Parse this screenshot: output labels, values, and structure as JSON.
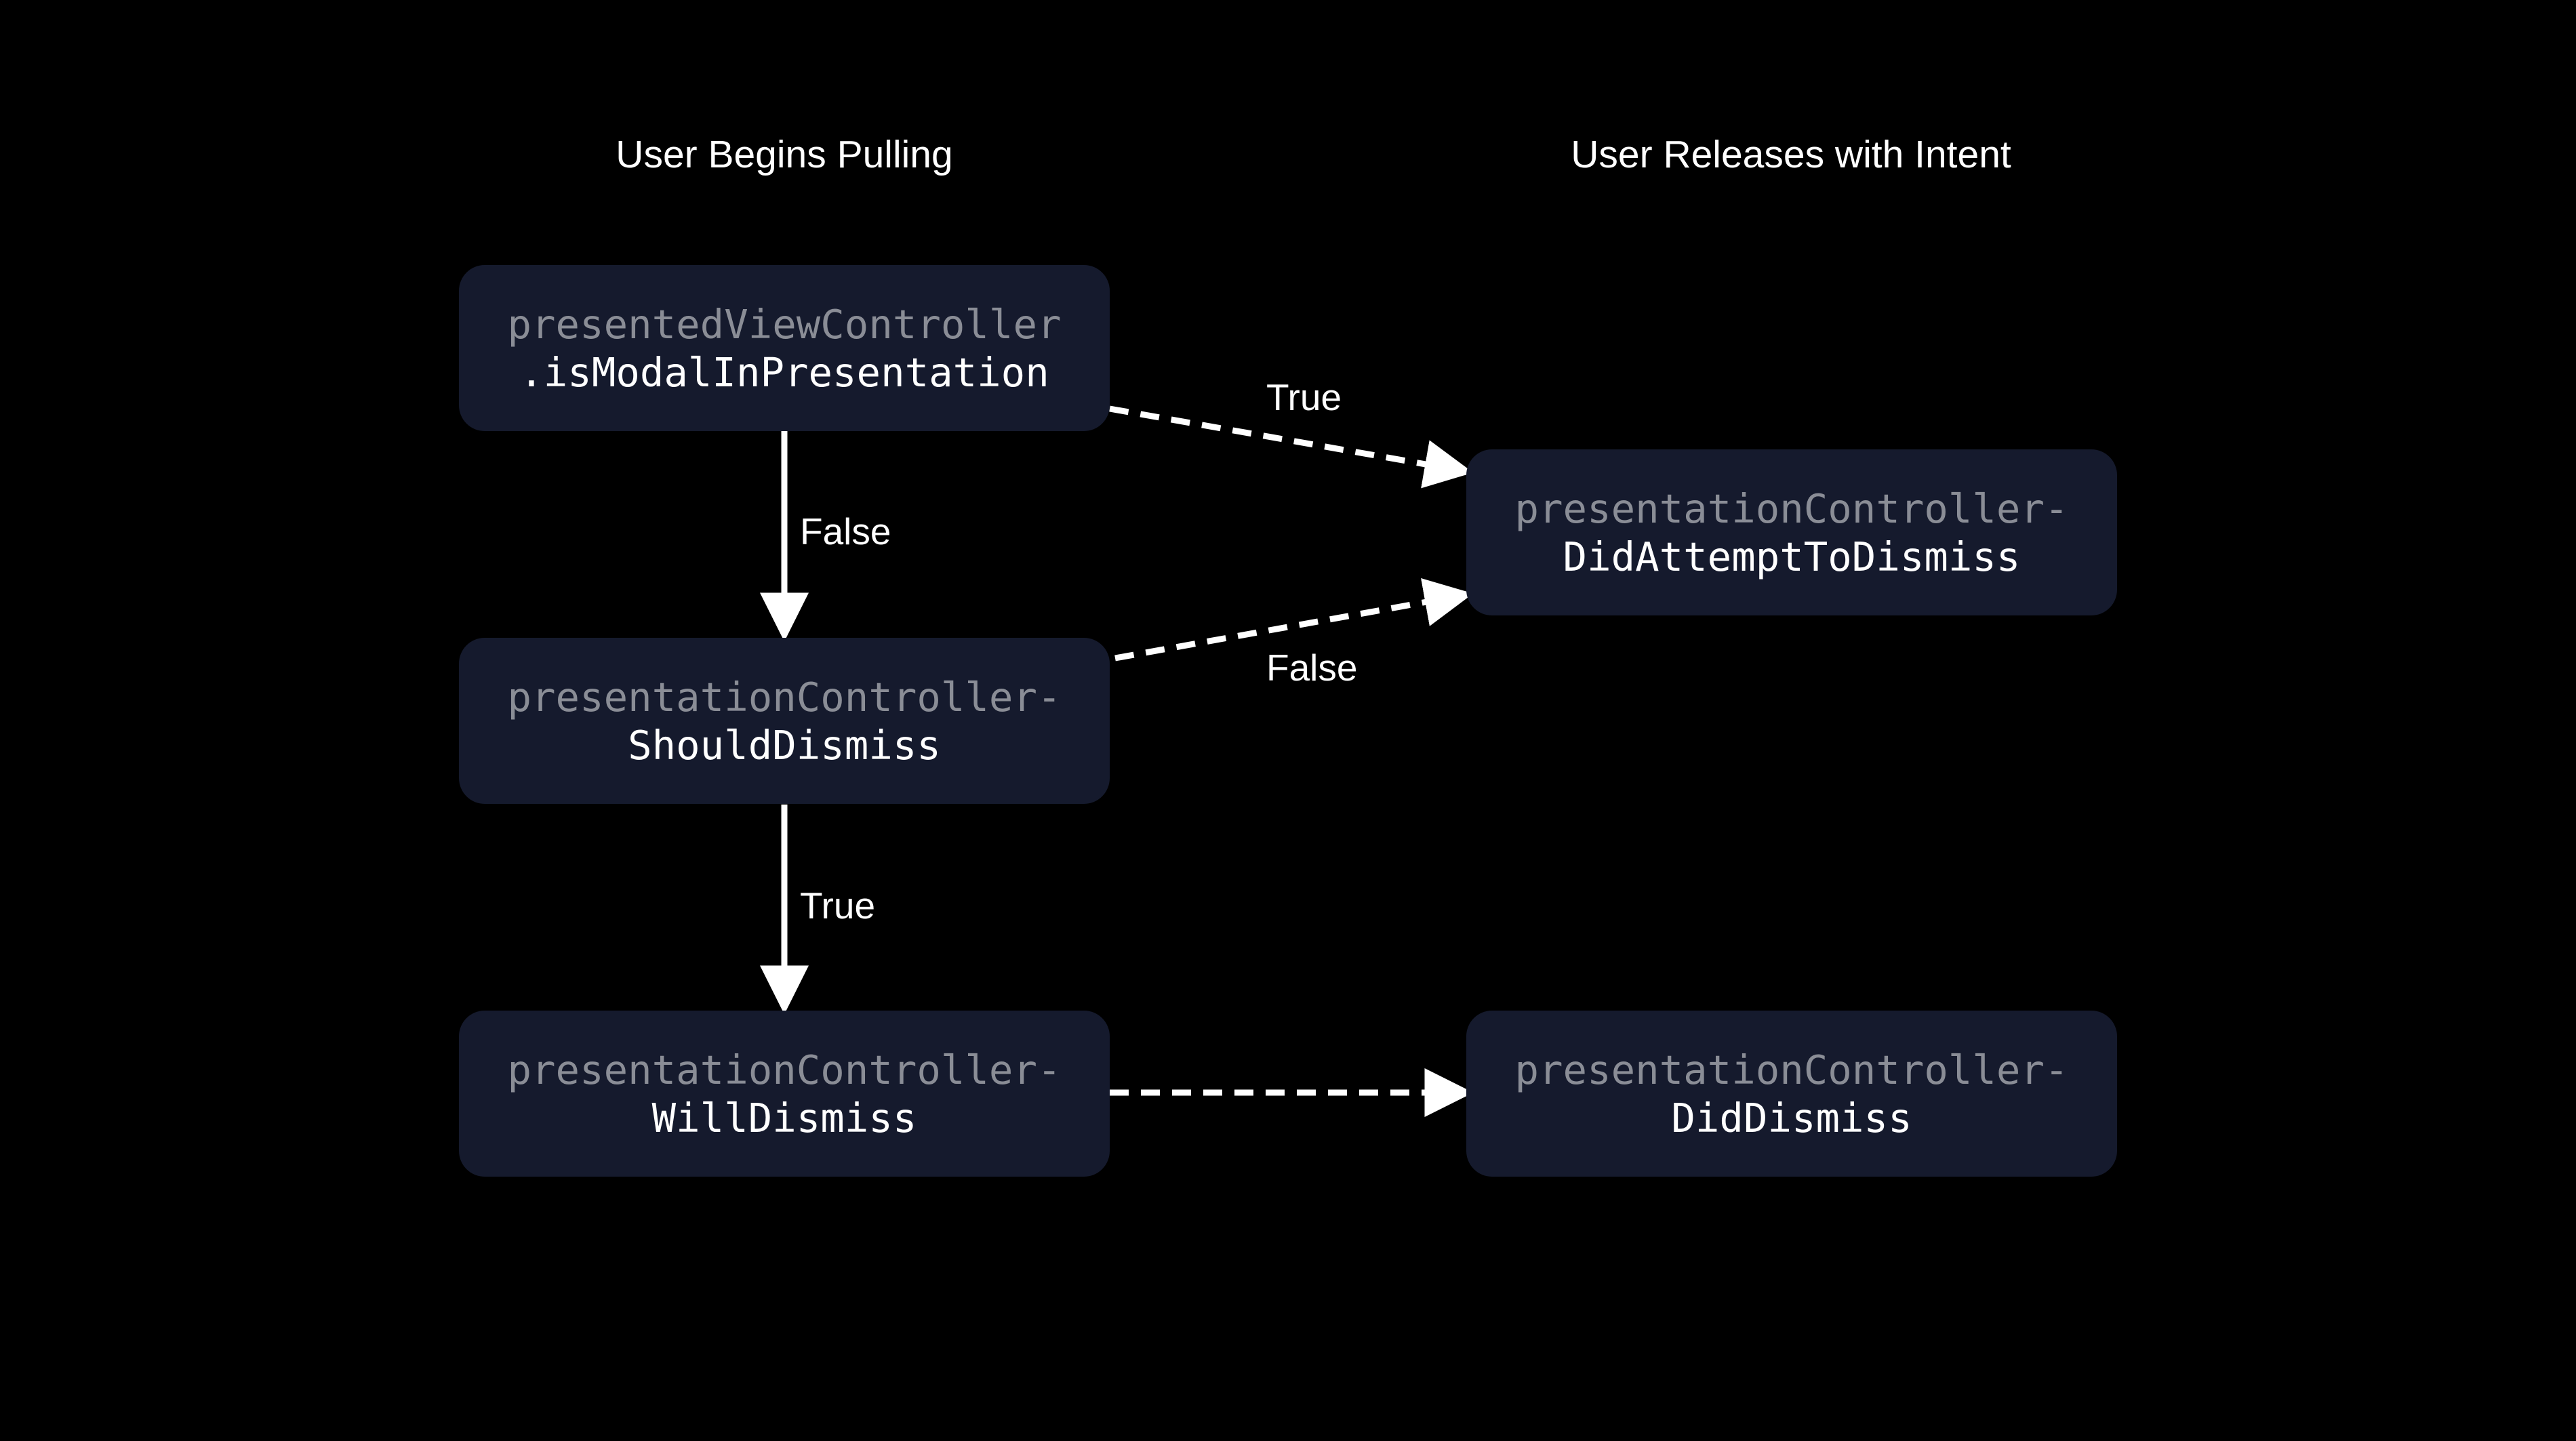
{
  "headers": {
    "left": "User Begins Pulling",
    "right": "User Releases with Intent"
  },
  "nodes": {
    "is_modal": {
      "line1": "presentedViewController",
      "line2": ".isModalInPresentation"
    },
    "should_dismiss": {
      "line1": "presentationController-",
      "line2": "ShouldDismiss"
    },
    "will_dismiss": {
      "line1": "presentationController-",
      "line2": "WillDismiss"
    },
    "did_attempt": {
      "line1": "presentationController-",
      "line2": "DidAttemptToDismiss"
    },
    "did_dismiss": {
      "line1": "presentationController-",
      "line2": "DidDismiss"
    }
  },
  "edges": {
    "modal_true": "True",
    "modal_false": "False",
    "should_false": "False",
    "should_true": "True"
  },
  "colors": {
    "background": "#000000",
    "node_fill": "#151a2d",
    "node_text_dim": "#8a8d96",
    "node_text": "#ffffff",
    "arrow": "#ffffff"
  }
}
